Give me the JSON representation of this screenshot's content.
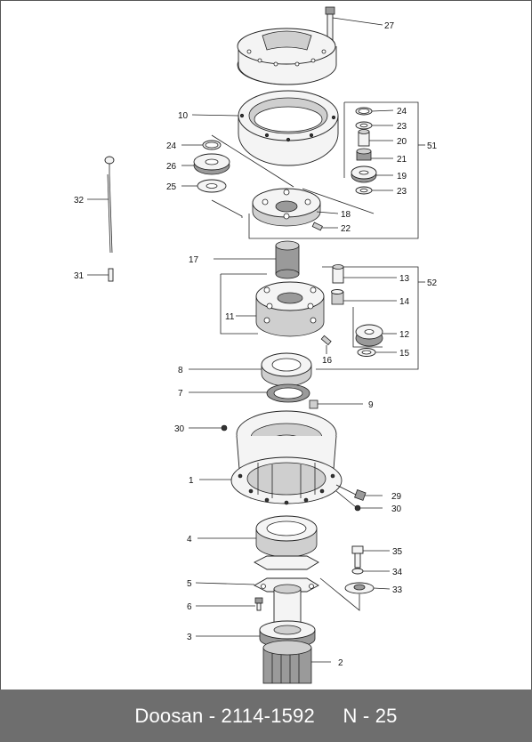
{
  "labels": {
    "p27": "27",
    "p10": "10",
    "p24a": "24",
    "p26": "26",
    "p25": "25",
    "p24b": "24",
    "p23a": "23",
    "p20": "20",
    "p21": "21",
    "p19": "19",
    "p23b": "23",
    "p51": "51",
    "p18": "18",
    "p22": "22",
    "p32": "32",
    "p31": "31",
    "p17": "17",
    "p13": "13",
    "p52": "52",
    "p14": "14",
    "p11": "11",
    "p12": "12",
    "p16": "16",
    "p15": "15",
    "p8": "8",
    "p7": "7",
    "p9": "9",
    "p30a": "30",
    "p1": "1",
    "p29": "29",
    "p30b": "30",
    "p4": "4",
    "p35": "35",
    "p34": "34",
    "p5": "5",
    "p33": "33",
    "p6": "6",
    "p3": "3",
    "p2": "2"
  },
  "footer": {
    "text": "Doosan - 2114-1592     N - 25"
  }
}
